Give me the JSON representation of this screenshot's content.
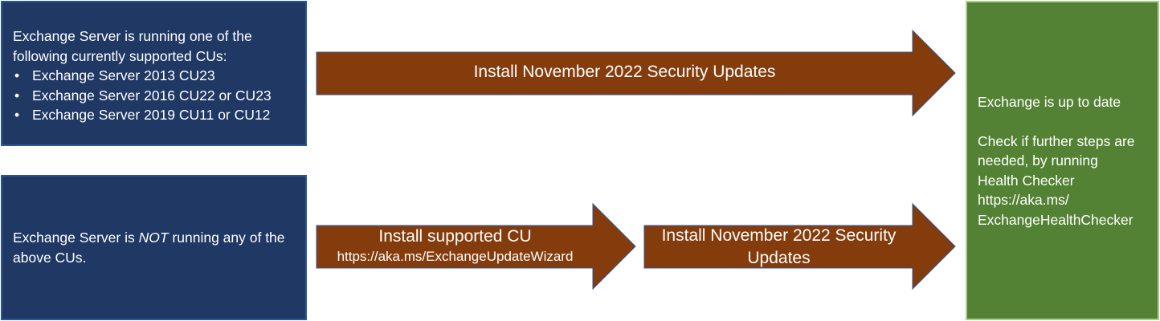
{
  "supported_box": {
    "intro": "Exchange Server is running one of the following currently supported CUs:",
    "items": [
      "Exchange Server 2013 CU23",
      "Exchange Server 2016 CU22 or CU23",
      "Exchange Server 2019 CU11 or CU12"
    ]
  },
  "unsupported_box": {
    "text_before": "Exchange Server is ",
    "text_emphasis": "NOT",
    "text_after": " running any of the above CUs."
  },
  "arrow_top": {
    "label": "Install November 2022 Security Updates"
  },
  "arrow_cu": {
    "label": "Install supported CU",
    "link": "https://aka.ms/ExchangeUpdateWizard"
  },
  "arrow_su": {
    "label": "Install November 2022 Security Updates"
  },
  "result_box": {
    "status": "Exchange is up to date",
    "instruction_line1": "Check if further steps are",
    "instruction_line2": "needed, by running",
    "instruction_line3": "Health Checker",
    "link_line1": "https://aka.ms/",
    "link_line2": "ExchangeHealthChecker"
  },
  "colors": {
    "box_blue": "#203864",
    "box_blue_border": "#2f5597",
    "arrow_brown": "#843c0c",
    "box_green": "#548235",
    "box_green_border": "#a9d18e"
  }
}
